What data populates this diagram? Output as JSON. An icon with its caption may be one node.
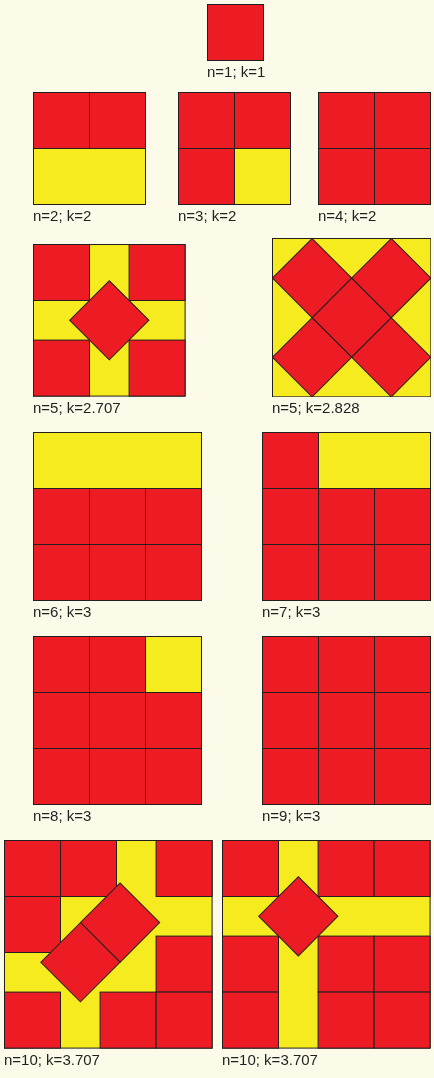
{
  "diagram": {
    "labels": [
      "n=1; k=1",
      "n=2; k=2",
      "n=3; k=2",
      "n=4; k=2",
      "n=5; k=2.707",
      "n=5; k=2.828",
      "n=6; k=3",
      "n=7; k=3",
      "n=8; k=3",
      "n=9; k=3",
      "n=10; k=3.707",
      "n=10; k=3.707"
    ]
  }
}
